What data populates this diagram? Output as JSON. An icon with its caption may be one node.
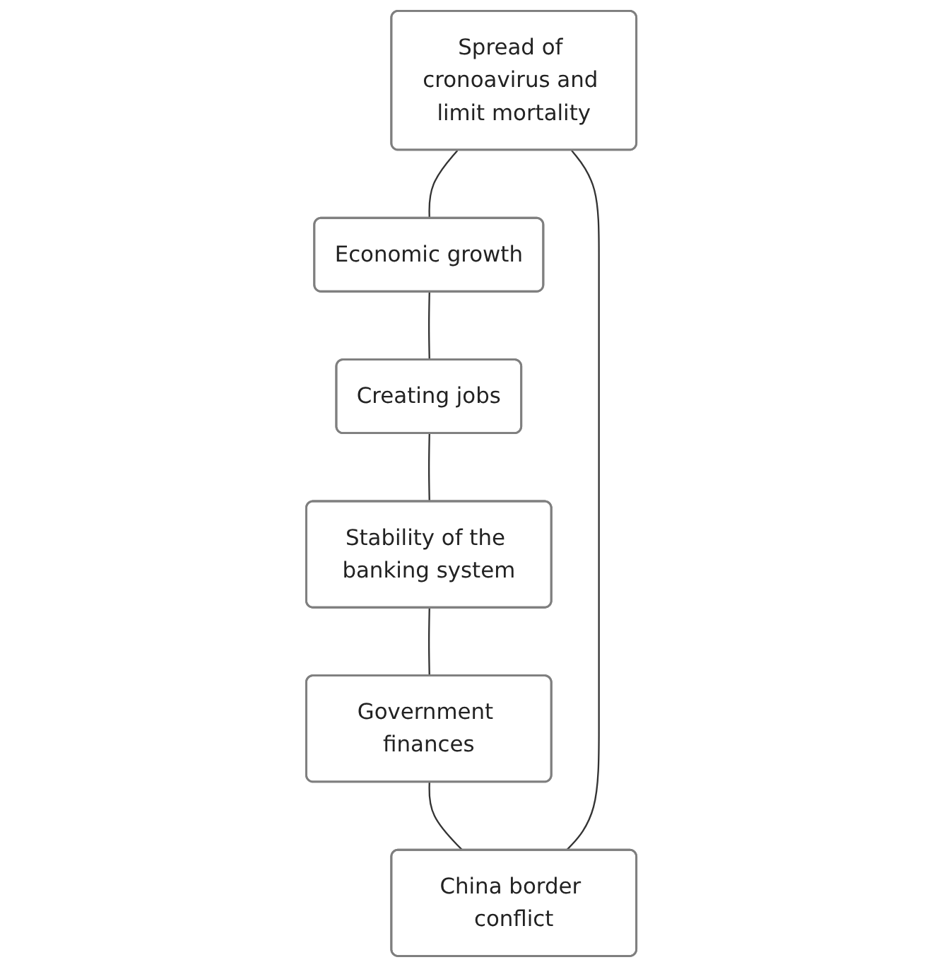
{
  "diagram": {
    "nodes": [
      {
        "text": [
          "Spread of cronoavirus and limit mortality"
        ]
      },
      {
        "text": [
          "Economic growth"
        ]
      },
      {
        "text": [
          "Creating jobs"
        ]
      },
      {
        "text": [
          "Stability of the banking system"
        ]
      },
      {
        "text": [
          "Government finances"
        ]
      },
      {
        "text": [
          "China border conflict"
        ]
      }
    ],
    "edges": [
      {
        "from": 0,
        "to": 1,
        "arrow": "none"
      },
      {
        "from": 1,
        "to": 2,
        "arrow": "none"
      },
      {
        "from": 2,
        "to": 3,
        "arrow": "none"
      },
      {
        "from": 3,
        "to": 4,
        "arrow": "none"
      },
      {
        "from": 4,
        "to": 5,
        "arrow": "none"
      },
      {
        "from": 5,
        "to": 0,
        "arrow": "none"
      }
    ]
  }
}
